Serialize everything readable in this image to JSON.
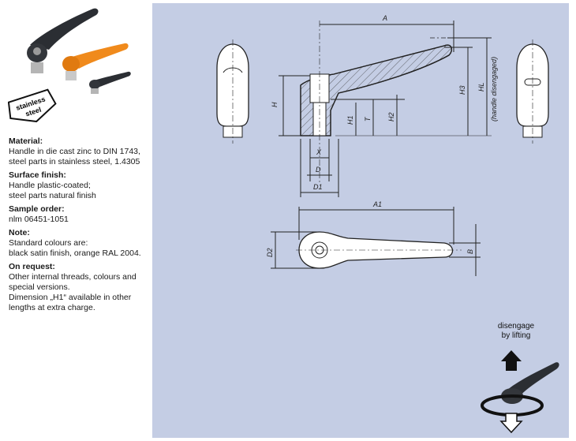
{
  "badge": {
    "line1": "stainless",
    "line2": "steel"
  },
  "specs": [
    {
      "heading": "Material:",
      "text": "Handle in die cast zinc to DIN 1743,\nsteel parts in stainless steel, 1.4305"
    },
    {
      "heading": "Surface finish:",
      "text": "Handle plastic-coated;\nsteel parts natural finish"
    },
    {
      "heading": "Sample order:",
      "text": "nlm 06451-1051"
    },
    {
      "heading": "Note:",
      "text": "Standard colours are:\nblack satin finish, orange RAL 2004."
    },
    {
      "heading": "On request:",
      "text": "Other internal threads, colours and\nspecial versions.\nDimension „H1“ available in other\nlengths at extra charge."
    }
  ],
  "dims": {
    "A": "A",
    "H": "H",
    "H1": "H1",
    "H2": "H2",
    "H3": "H3",
    "T": "T",
    "HL": "HL",
    "HL_note": "(handle disengaged)",
    "X": "X",
    "D": "D",
    "D1": "D1",
    "A1": "A1",
    "D2": "D2",
    "B": "B"
  },
  "caption": {
    "line1": "disengage",
    "line2": "by lifting"
  },
  "colors": {
    "panel": "#c4cde4",
    "orange": "#f08a1c",
    "handle_dark": "#2b2e33",
    "steel": "#c9c9c9"
  }
}
